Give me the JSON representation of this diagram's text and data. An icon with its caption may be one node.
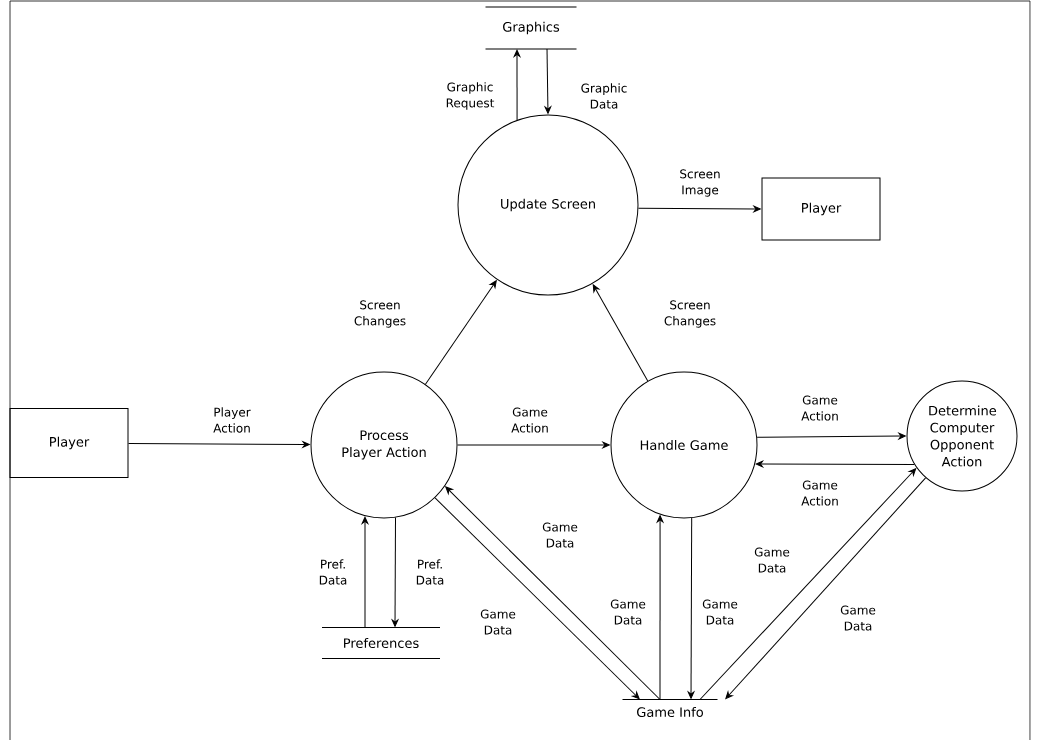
{
  "diagram": {
    "nodes": [
      {
        "text": [
          "Graphics"
        ]
      },
      {
        "text": [
          "Update Screen"
        ]
      },
      {
        "text": [
          "Player"
        ]
      },
      {
        "text": [
          "Player"
        ]
      },
      {
        "text": [
          "Process Player Action"
        ]
      },
      {
        "text": [
          "Handle Game"
        ]
      },
      {
        "text": [
          "Determine Computer Opponent Action"
        ]
      },
      {
        "text": [
          "Preferences"
        ]
      },
      {
        "text": [
          "Game Info"
        ]
      }
    ],
    "edges": [
      {
        "from": 1,
        "to": 0,
        "arrow": "to",
        "label": "Graphic Request"
      },
      {
        "from": 0,
        "to": 1,
        "arrow": "to",
        "label": "Graphic Data"
      },
      {
        "from": 1,
        "to": 2,
        "arrow": "to",
        "label": "Screen Image"
      },
      {
        "from": 4,
        "to": 1,
        "arrow": "to",
        "label": "Screen Changes"
      },
      {
        "from": 5,
        "to": 1,
        "arrow": "to",
        "label": "Screen Changes"
      },
      {
        "from": 3,
        "to": 4,
        "arrow": "to",
        "label": "Player Action"
      },
      {
        "from": 4,
        "to": 5,
        "arrow": "to",
        "label": "Game Action"
      },
      {
        "from": 5,
        "to": 6,
        "arrow": "to",
        "label": "Game Action"
      },
      {
        "from": 6,
        "to": 5,
        "arrow": "to",
        "label": "Game Action"
      },
      {
        "from": 7,
        "to": 4,
        "arrow": "to",
        "label": "Pref. Data"
      },
      {
        "from": 4,
        "to": 7,
        "arrow": "to",
        "label": "Pref. Data"
      },
      {
        "from": 8,
        "to": 4,
        "arrow": "to",
        "label": "Game Data"
      },
      {
        "from": 4,
        "to": 8,
        "arrow": "to",
        "label": "Game Data"
      },
      {
        "from": 8,
        "to": 5,
        "arrow": "to",
        "label": "Game Data"
      },
      {
        "from": 5,
        "to": 8,
        "arrow": "to",
        "label": "Game Data"
      },
      {
        "from": 8,
        "to": 6,
        "arrow": "to",
        "label": "Game Data"
      },
      {
        "from": 6,
        "to": 8,
        "arrow": "to",
        "label": "Game Data"
      }
    ]
  }
}
